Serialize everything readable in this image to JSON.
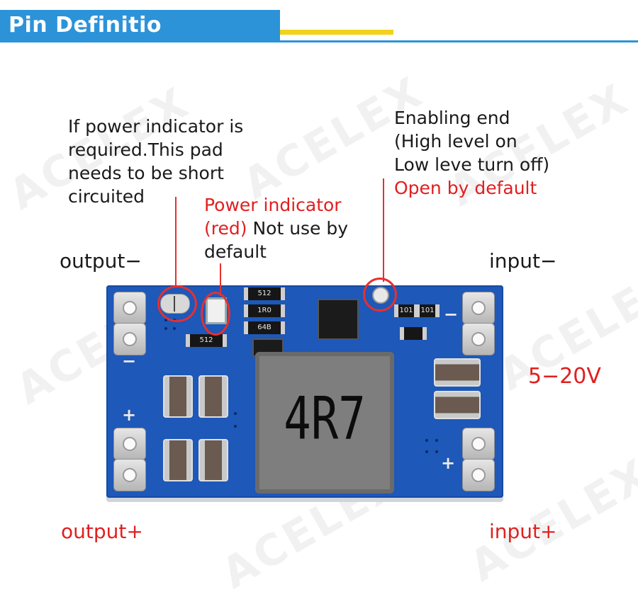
{
  "header": {
    "title": "Pin Definitio"
  },
  "watermark": {
    "text": "ACELEX"
  },
  "annotations": {
    "power_indicator_pad": {
      "lines": [
        "If power indicator is",
        "required.This pad",
        "needs to be short",
        "circuited"
      ]
    },
    "power_indicator": {
      "line1": "Power indicator",
      "line2_red": "(red)",
      "line2_rest": " Not use by",
      "line3": "default"
    },
    "enabling_end": {
      "lines": [
        "Enabling end",
        "(High level on",
        "Low leve turn off)"
      ],
      "default_note": "Open by default"
    }
  },
  "labels": {
    "output_minus": "output−",
    "input_minus": "input−",
    "output_plus": "output+",
    "input_plus": "input+",
    "voltage": "5−20V"
  },
  "board": {
    "inductor_marking": "4R7",
    "resistor_codes": [
      "512",
      "1R0",
      "64B",
      "512",
      "101",
      "101"
    ],
    "silk_minus": "−",
    "silk_plus": "+"
  },
  "colors": {
    "banner": "#2c93d9",
    "accent_bar": "#f2d21a",
    "annotation_red": "#e02020",
    "pcb_blue": "#1e58b8"
  }
}
